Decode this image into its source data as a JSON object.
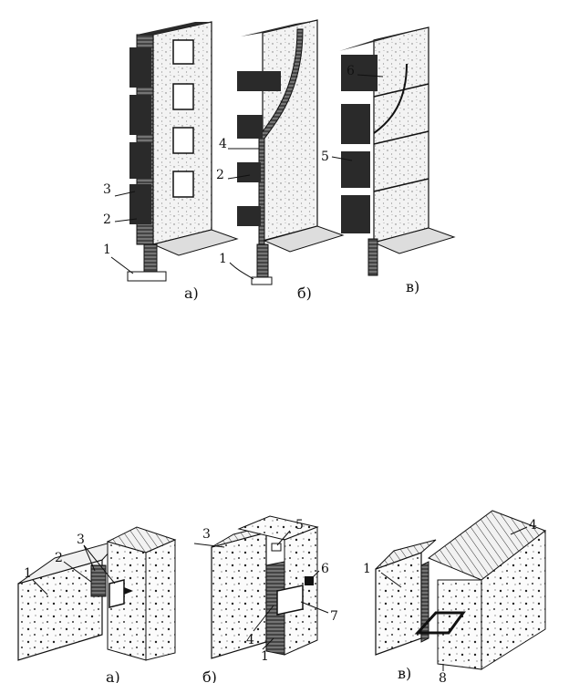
{
  "top_figure": {
    "panels": [
      {
        "id": "a",
        "caption": "а)",
        "callouts": [
          "1",
          "2",
          "3"
        ]
      },
      {
        "id": "b",
        "caption": "б)",
        "callouts": [
          "1",
          "2",
          "4"
        ]
      },
      {
        "id": "v",
        "caption": "в)",
        "callouts": [
          "5",
          "6"
        ]
      }
    ]
  },
  "bottom_figure": {
    "panels": [
      {
        "id": "a",
        "caption": "а)",
        "callouts": [
          "1",
          "2",
          "3"
        ]
      },
      {
        "id": "b",
        "caption": "б)",
        "callouts": [
          "1",
          "3",
          "4",
          "5",
          "6",
          "7"
        ]
      },
      {
        "id": "v",
        "caption": "в)",
        "callouts": [
          "1",
          "4",
          "8"
        ]
      }
    ]
  },
  "colors": {
    "ink": "#111111",
    "paper": "#ffffff",
    "shade": "#2a2a2a",
    "stipple": "#b8b8b8"
  }
}
